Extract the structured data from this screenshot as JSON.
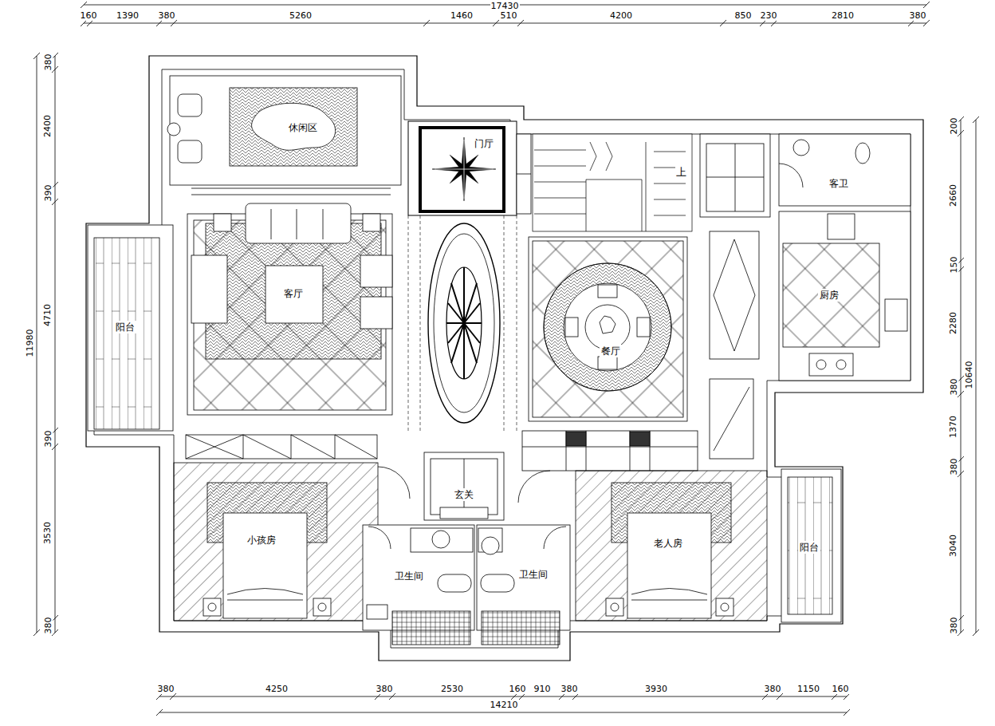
{
  "diagram": {
    "nodes": [
      {
        "text": [
          "休闲区"
        ]
      },
      {
        "text": [
          "门厅"
        ]
      },
      {
        "text": [
          "客卫"
        ]
      },
      {
        "text": [
          "阳台"
        ]
      },
      {
        "text": [
          "客厅"
        ]
      },
      {
        "text": [
          "厨房"
        ]
      },
      {
        "text": [
          "餐厅"
        ]
      },
      {
        "text": [
          "玄关"
        ]
      },
      {
        "text": [
          "小孩房"
        ]
      },
      {
        "text": [
          "卫生间"
        ]
      },
      {
        "text": [
          "卫生间"
        ]
      },
      {
        "text": [
          "老人房"
        ]
      },
      {
        "text": [
          "阳台"
        ]
      }
    ],
    "labels": [
      "17430",
      "160",
      "1390",
      "380",
      "5260",
      "1460",
      "510",
      "4200",
      "850",
      "230",
      "2810",
      "380",
      "380",
      "2400",
      "390",
      "4710",
      "390",
      "3530",
      "380",
      "11980",
      "200",
      "2660",
      "150",
      "2280",
      "380",
      "1370",
      "380",
      "3040",
      "380",
      "10640",
      "380",
      "4250",
      "380",
      "2530",
      "160",
      "910",
      "380",
      "3930",
      "380",
      "1150",
      "160",
      "14210",
      "上"
    ]
  }
}
